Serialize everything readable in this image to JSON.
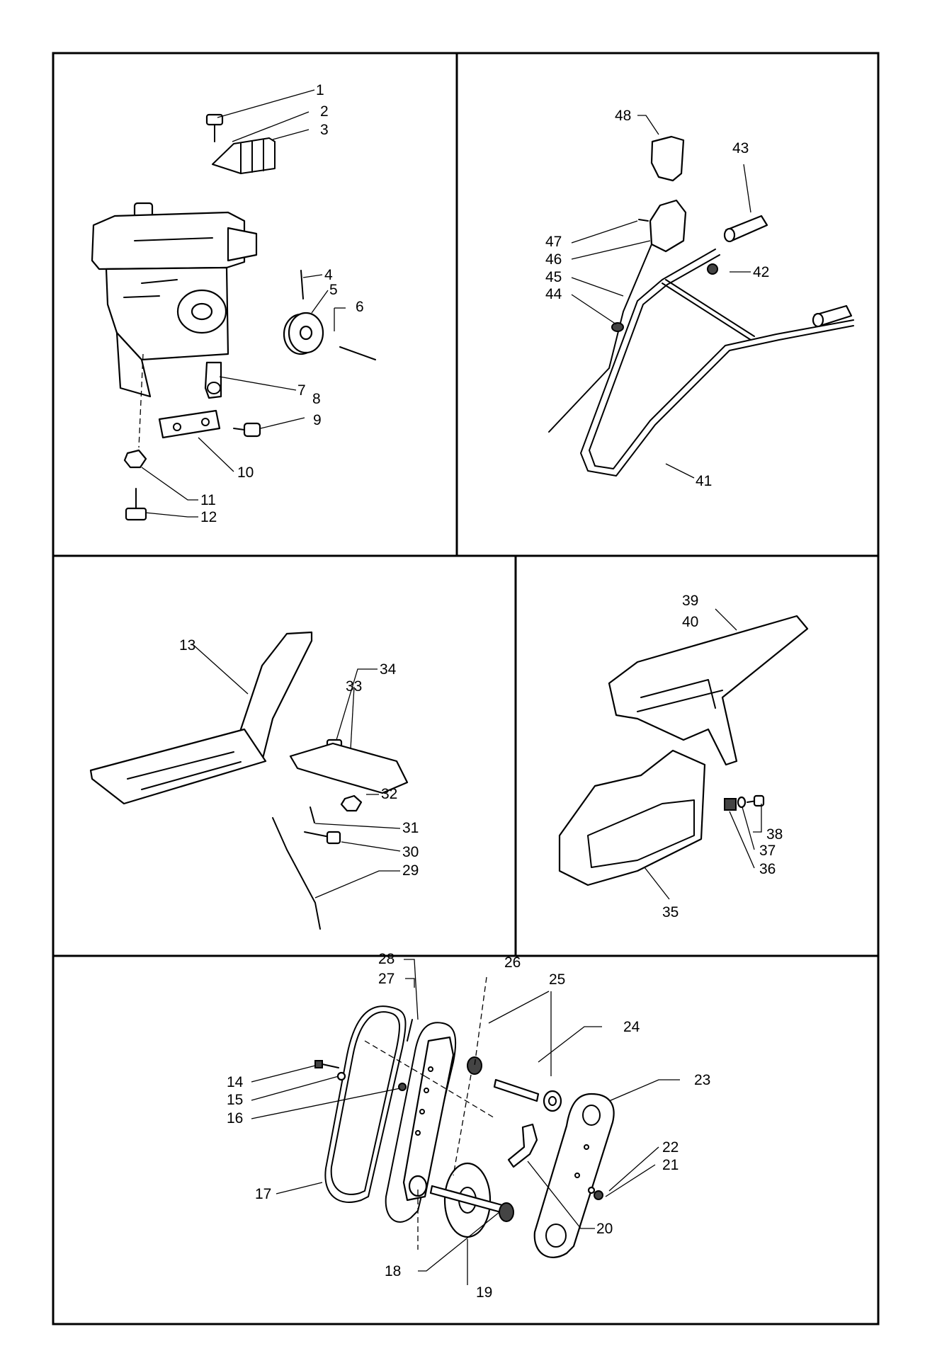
{
  "callouts": [
    {
      "id": "1",
      "label": "1"
    },
    {
      "id": "2",
      "label": "2"
    },
    {
      "id": "3",
      "label": "3"
    },
    {
      "id": "4",
      "label": "4"
    },
    {
      "id": "5",
      "label": "5"
    },
    {
      "id": "6",
      "label": "6"
    },
    {
      "id": "7",
      "label": "7"
    },
    {
      "id": "8",
      "label": "8"
    },
    {
      "id": "9",
      "label": "9"
    },
    {
      "id": "10",
      "label": "10"
    },
    {
      "id": "11",
      "label": "11"
    },
    {
      "id": "12",
      "label": "12"
    },
    {
      "id": "13",
      "label": "13"
    },
    {
      "id": "14",
      "label": "14"
    },
    {
      "id": "15",
      "label": "15"
    },
    {
      "id": "16",
      "label": "16"
    },
    {
      "id": "17",
      "label": "17"
    },
    {
      "id": "18",
      "label": "18"
    },
    {
      "id": "19",
      "label": "19"
    },
    {
      "id": "20",
      "label": "20"
    },
    {
      "id": "21",
      "label": "21"
    },
    {
      "id": "22",
      "label": "22"
    },
    {
      "id": "23",
      "label": "23"
    },
    {
      "id": "24",
      "label": "24"
    },
    {
      "id": "25",
      "label": "25"
    },
    {
      "id": "26",
      "label": "26"
    },
    {
      "id": "27",
      "label": "27"
    },
    {
      "id": "28",
      "label": "28"
    },
    {
      "id": "29",
      "label": "29"
    },
    {
      "id": "30",
      "label": "30"
    },
    {
      "id": "31",
      "label": "31"
    },
    {
      "id": "32",
      "label": "32"
    },
    {
      "id": "33",
      "label": "33"
    },
    {
      "id": "34",
      "label": "34"
    },
    {
      "id": "35",
      "label": "35"
    },
    {
      "id": "36",
      "label": "36"
    },
    {
      "id": "37",
      "label": "37"
    },
    {
      "id": "38",
      "label": "38"
    },
    {
      "id": "39",
      "label": "39"
    },
    {
      "id": "40",
      "label": "40"
    },
    {
      "id": "41",
      "label": "41"
    },
    {
      "id": "42",
      "label": "42"
    },
    {
      "id": "43",
      "label": "43"
    },
    {
      "id": "44",
      "label": "44"
    },
    {
      "id": "45",
      "label": "45"
    },
    {
      "id": "46",
      "label": "46"
    },
    {
      "id": "47",
      "label": "47"
    },
    {
      "id": "48",
      "label": "48"
    }
  ]
}
